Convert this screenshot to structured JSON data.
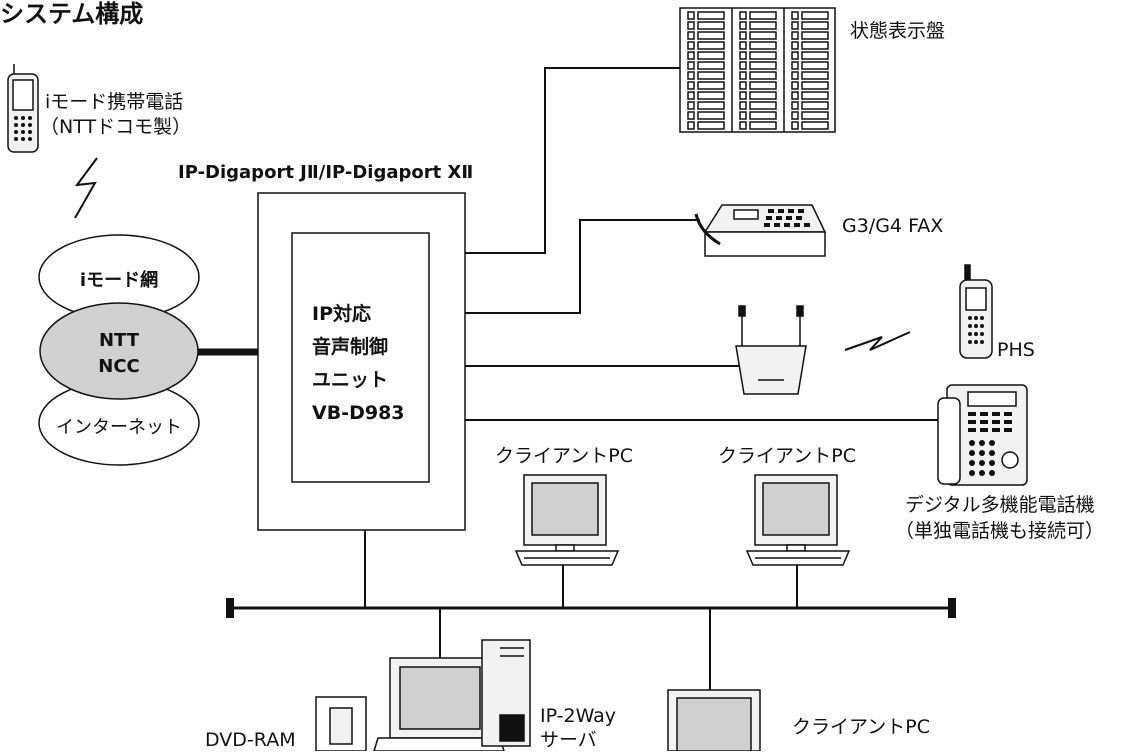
{
  "title": "システム構成",
  "system_label": "IP-Digaport JⅡ/IP-Digaport XⅡ",
  "unit_lines": [
    "IP対応",
    "音声制御",
    "ユニット",
    "VB-D983"
  ],
  "imode_phone_lines": [
    "iモード携帯電話",
    "（NTTドコモ製）"
  ],
  "networks": {
    "imode": "iモード網",
    "ntt_lines": [
      "NTT",
      "NCC"
    ],
    "internet": "インターネット"
  },
  "status_panel": "状態表示盤",
  "fax": "G3/G4 FAX",
  "phs": "PHS",
  "digital_phone_lines": [
    "デジタル多機能電話機",
    "（単独電話機も接続可）"
  ],
  "client_pc": "クライアントPC",
  "dvd_ram": "DVD-RAM",
  "server_lines": [
    "IP-2Way",
    "サーバ"
  ],
  "colors": {
    "line": "#111111",
    "cloud_fill": "#d0d0d0",
    "device_fill": "#f2f2f2"
  }
}
